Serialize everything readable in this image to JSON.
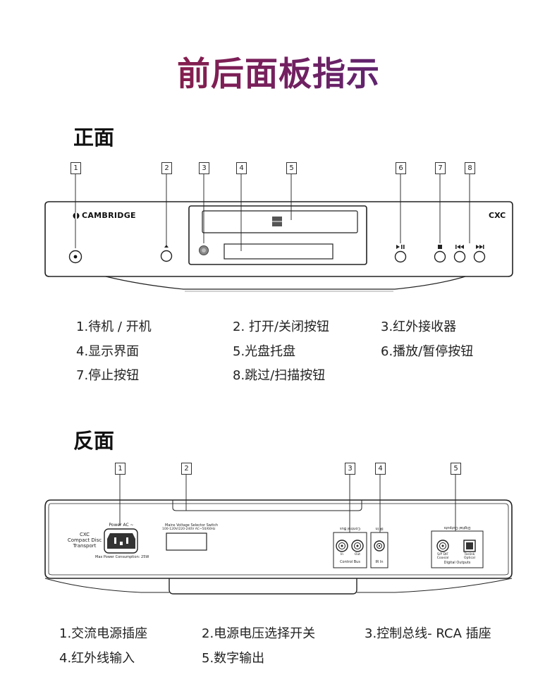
{
  "title": "前后面板指示",
  "front": {
    "heading": "正面",
    "callouts": [
      "1",
      "2",
      "3",
      "4",
      "5",
      "6",
      "7",
      "8"
    ],
    "brand": "CAMBRIDGE",
    "model": "CXC",
    "legend": [
      "1.待机 / 开机",
      "2. 打开/关闭按钮",
      "3.红外接收器",
      "4.显示界面",
      "5.光盘托盘",
      "6.播放/暂停按钮",
      "7.停止按钮",
      "8.跳过/扫描按钮"
    ]
  },
  "back": {
    "heading": "反面",
    "callouts": [
      "1",
      "2",
      "3",
      "4",
      "5"
    ],
    "panel": {
      "product_name": "CXC",
      "product_line2": "Compact Disc",
      "product_line3": "Transport",
      "power_label": "Power AC ~",
      "power_consumption": "Max Power Consumption: 25W",
      "voltage_label": "Mains Voltage Selector Switch",
      "voltage_spec": "100-120V/220-240V AC~50/60Hz",
      "control_bus_label": "Control Bus",
      "control_bus_in": "In",
      "control_bus_out": "Out",
      "ir_in_label": "IR In",
      "digital_outputs_label": "Digital Outputs",
      "spdif_label": "S/P DIF",
      "spdif_sub": "Coaxial",
      "toslink_label": "Toslink",
      "toslink_sub": "Optical"
    },
    "legend": [
      "1.交流电源插座",
      "2.电源电压选择开关",
      "3.控制总线- RCA 插座",
      "4.红外线输入",
      "5.数字输出"
    ]
  }
}
